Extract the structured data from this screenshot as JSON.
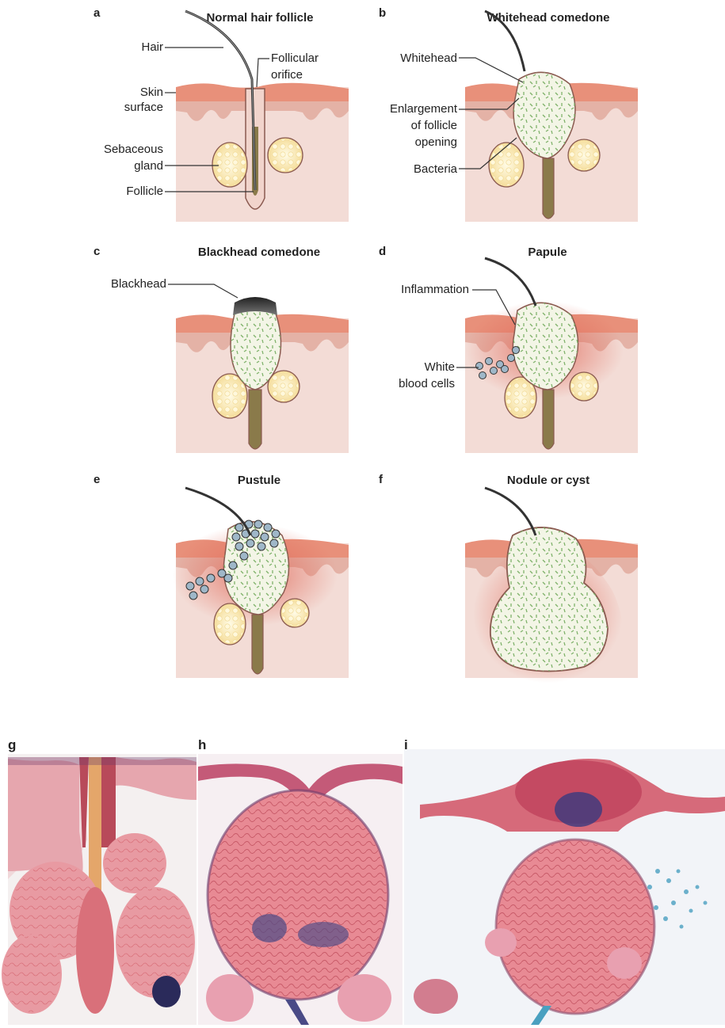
{
  "panels": [
    {
      "letter": "a",
      "title": "Normal hair follicle",
      "labels": {
        "hair": "Hair",
        "orifice": [
          "Follicular",
          "orifice"
        ],
        "skin": [
          "Skin",
          "surface"
        ],
        "gland": [
          "Sebaceous",
          "gland"
        ],
        "follicle": "Follicle"
      }
    },
    {
      "letter": "b",
      "title": "Whitehead comedone",
      "labels": {
        "whitehead": "Whitehead",
        "enlargement": [
          "Enlargement",
          "of follicle",
          "opening"
        ],
        "bacteria": "Bacteria"
      }
    },
    {
      "letter": "c",
      "title": "Blackhead comedone",
      "labels": {
        "blackhead": "Blackhead"
      }
    },
    {
      "letter": "d",
      "title": "Papule",
      "labels": {
        "inflammation": "Inflammation",
        "wbc": [
          "White",
          "blood cells"
        ]
      }
    },
    {
      "letter": "e",
      "title": "Pustule",
      "labels": {}
    },
    {
      "letter": "f",
      "title": "Nodule or cyst",
      "labels": {}
    }
  ],
  "histology": [
    {
      "letter": "g"
    },
    {
      "letter": "h"
    },
    {
      "letter": "i"
    }
  ],
  "colors": {
    "epidermis": "#e8907a",
    "dermis": "#f3d9d3",
    "dermis_dark": "#e6b9ae",
    "gland": "#fbeec0",
    "follicle_fill": "#8a7a4a",
    "comedone": "#f3f5e6",
    "bacteria": "#7fb26a",
    "inflammation": "#e47a6a",
    "wbc": "#9fb7c8",
    "tissue": "#e48a90"
  }
}
